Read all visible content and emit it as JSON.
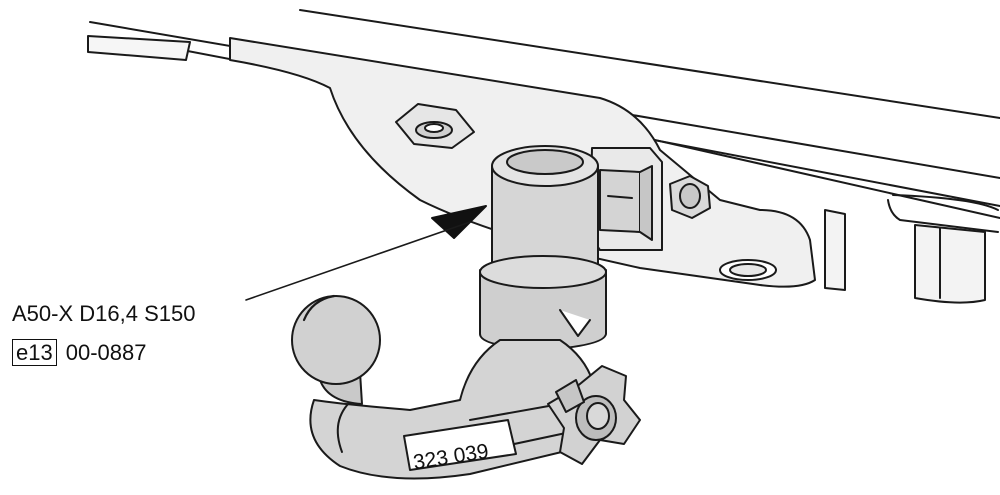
{
  "labels": {
    "model": "A50-X D16,4 S150",
    "approval_mark": "e13",
    "approval_number": "00-0887",
    "part_number": "323 039"
  },
  "colors": {
    "line": "#1a1a1a",
    "fill_light": "#f2f2f2",
    "fill_mid": "#d9d9d9",
    "fill_dark": "#bdbdbd",
    "background": "#ffffff"
  }
}
